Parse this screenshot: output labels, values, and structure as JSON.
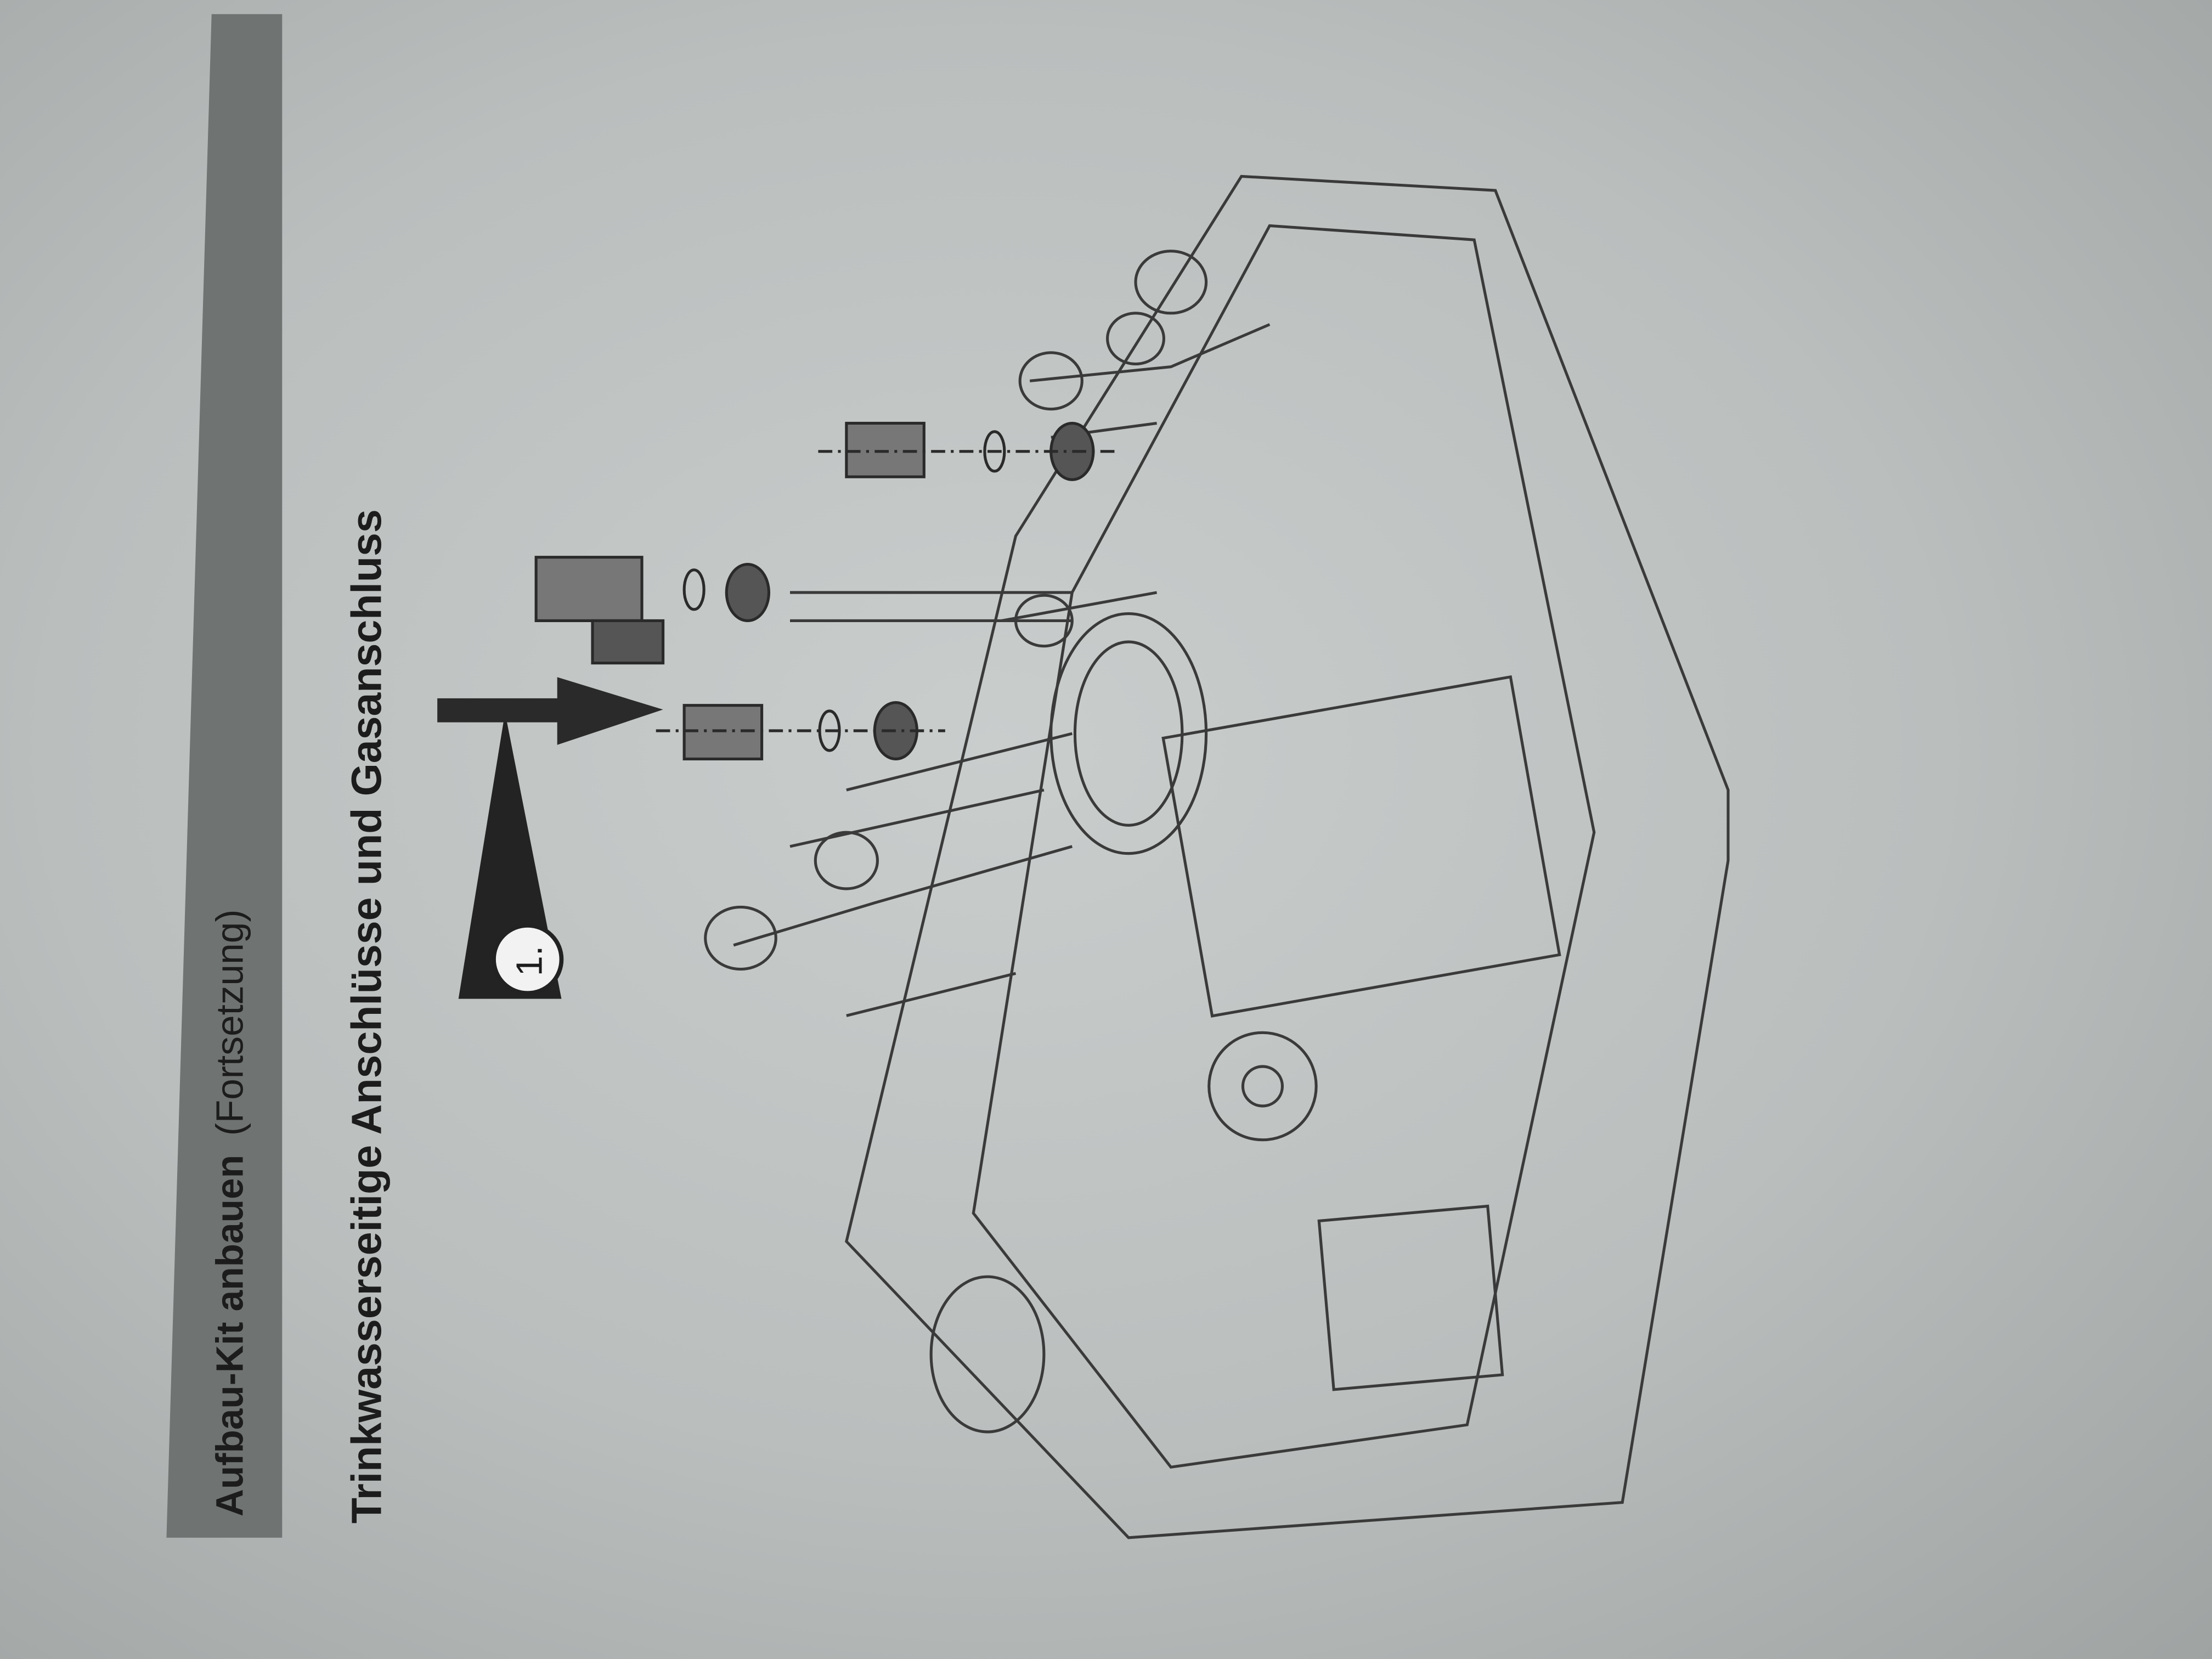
{
  "header": {
    "section_title": "Aufbau-Kit anbauen",
    "section_suffix": "(Fortsetzung)"
  },
  "subtitle": "Trinkwasserseitige Anschlüsse und Gasanschluss",
  "step": {
    "label": "1."
  },
  "colors": {
    "band": "#6f7372",
    "ink": "#1c1c1c",
    "paper": "#c3c7c6"
  }
}
